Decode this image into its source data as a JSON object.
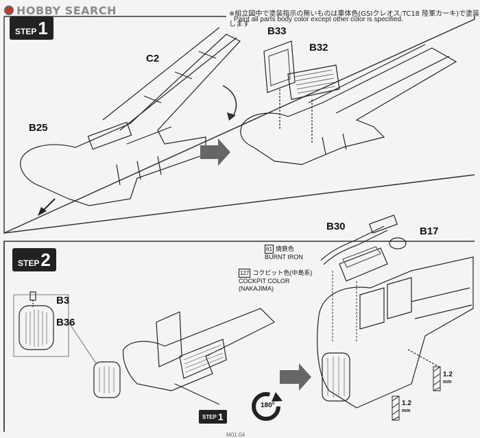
{
  "watermark": {
    "text": "HOBBY SEARCH"
  },
  "notes": {
    "paint_jp": "※組立図中で塗装指示の無いものは車体色(GSIクレオス:TC18 陸軍カーキ)で塗装します",
    "paint_en": "Paint all parts body color except other color is specified."
  },
  "step1": {
    "label": "STEP",
    "number": "1",
    "parts": {
      "c2": "C2",
      "b25": "B25",
      "b33": "B33",
      "b32": "B32"
    }
  },
  "step2": {
    "label": "STEP",
    "number": "2",
    "parts": {
      "b3": "B3",
      "b36": "B36",
      "b30": "B30",
      "b17": "B17"
    },
    "colors": {
      "burnt_code": "61",
      "burnt_jp": "焼鉄色",
      "burnt_en": "BURNT IRON",
      "cockpit_code": "127",
      "cockpit_jp": "コクピット色(中島系)",
      "cockpit_en": "COCKPIT COLOR",
      "cockpit_en2": "(NAKAJIMA)"
    },
    "rotate": "180°",
    "ref_label": "STEP",
    "ref_number": "1",
    "rod_length_1": "1.2",
    "rod_unit_1": "mm",
    "rod_length_2": "1.2",
    "rod_unit_2": "mm"
  },
  "page_number": "M01-04"
}
